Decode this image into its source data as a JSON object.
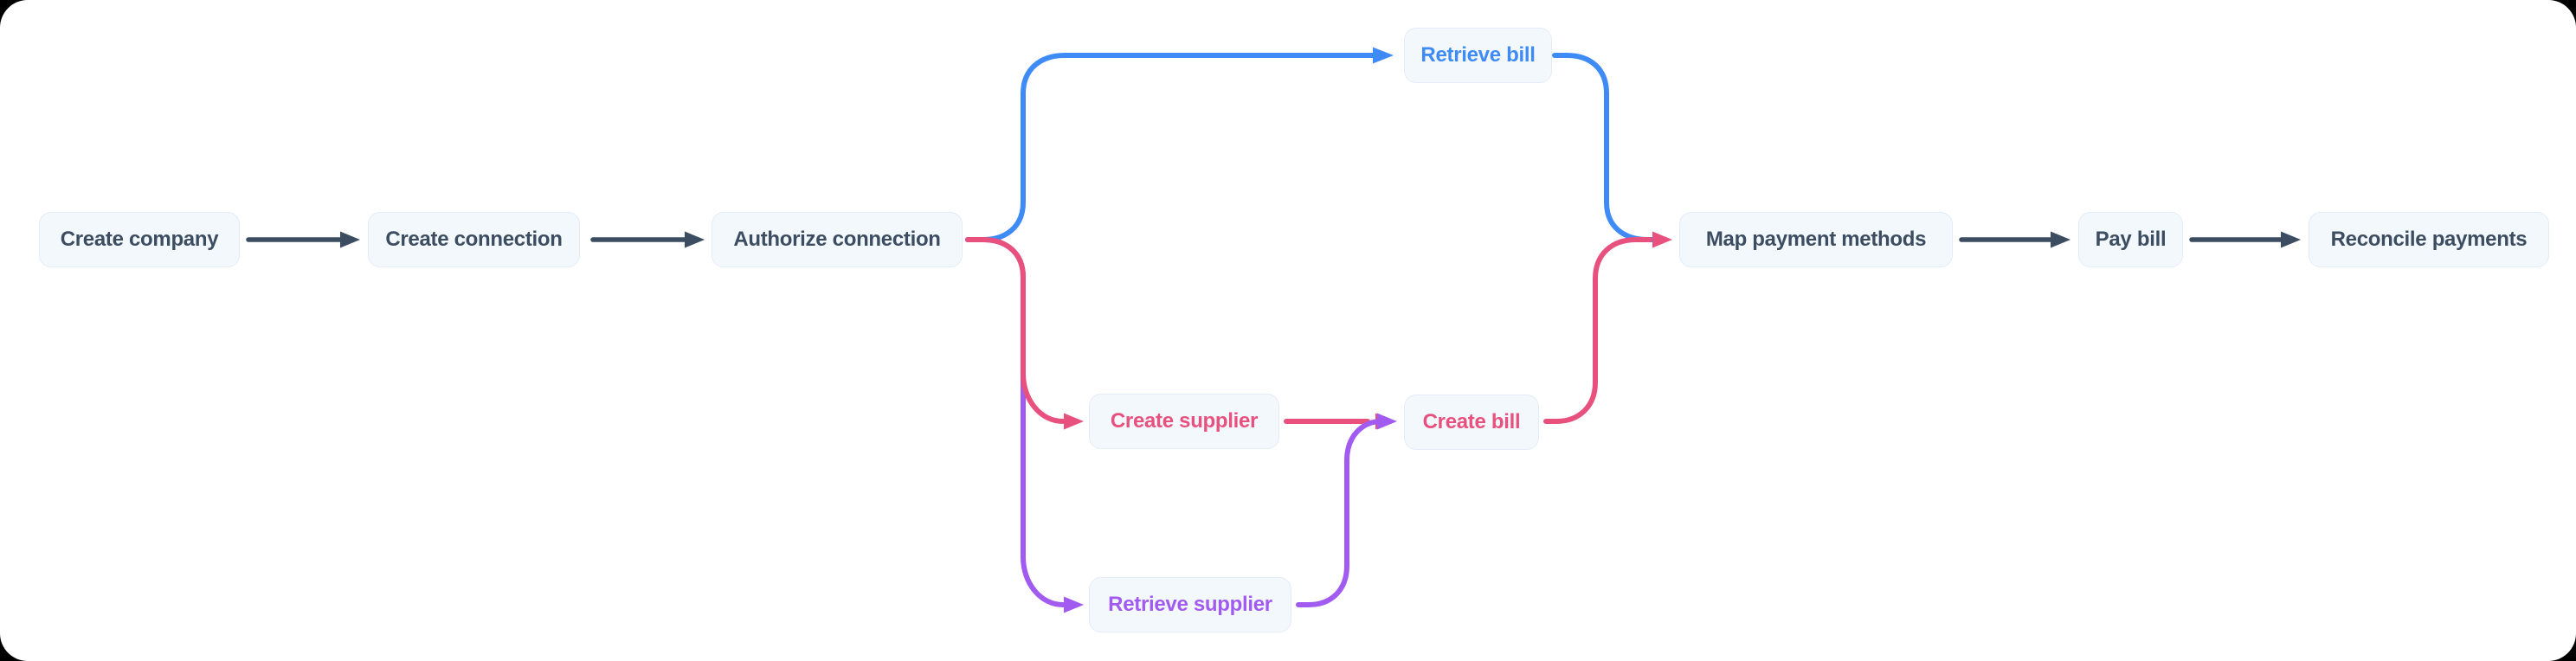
{
  "colors": {
    "dark": "#3c4c61",
    "blue": "#3f8bf6",
    "pink": "#e8517e",
    "purple": "#a15bf0",
    "node_background": "#f3f8fd",
    "node_border": "#e4ecf7",
    "canvas_background": "#ffffff"
  },
  "diagram": {
    "type": "flowchart",
    "direction": "left-to-right",
    "nodes": {
      "create_company": {
        "label": "Create company",
        "color_role": "dark"
      },
      "create_connection": {
        "label": "Create connection",
        "color_role": "dark"
      },
      "authorize_connection": {
        "label": "Authorize connection",
        "color_role": "dark"
      },
      "retrieve_bill": {
        "label": "Retrieve bill",
        "color_role": "blue"
      },
      "create_supplier": {
        "label": "Create supplier",
        "color_role": "pink"
      },
      "create_bill": {
        "label": "Create bill",
        "color_role": "pink"
      },
      "retrieve_supplier": {
        "label": "Retrieve supplier",
        "color_role": "purple"
      },
      "map_payment_methods": {
        "label": "Map payment methods",
        "color_role": "dark"
      },
      "pay_bill": {
        "label": "Pay bill",
        "color_role": "dark"
      },
      "reconcile_payments": {
        "label": "Reconcile payments",
        "color_role": "dark"
      }
    },
    "edges": [
      {
        "from": "create_company",
        "to": "create_connection",
        "color": "dark"
      },
      {
        "from": "create_connection",
        "to": "authorize_connection",
        "color": "dark"
      },
      {
        "from": "authorize_connection",
        "to": "retrieve_bill",
        "color": "blue"
      },
      {
        "from": "retrieve_bill",
        "to": "map_payment_methods",
        "color": "blue"
      },
      {
        "from": "authorize_connection",
        "to": "create_supplier",
        "color": "pink"
      },
      {
        "from": "create_supplier",
        "to": "create_bill",
        "color": "pink"
      },
      {
        "from": "create_bill",
        "to": "map_payment_methods",
        "color": "pink"
      },
      {
        "from": "authorize_connection",
        "to": "retrieve_supplier",
        "color": "purple"
      },
      {
        "from": "retrieve_supplier",
        "to": "create_bill",
        "color": "purple"
      },
      {
        "from": "map_payment_methods",
        "to": "pay_bill",
        "color": "dark"
      },
      {
        "from": "pay_bill",
        "to": "reconcile_payments",
        "color": "dark"
      }
    ]
  }
}
